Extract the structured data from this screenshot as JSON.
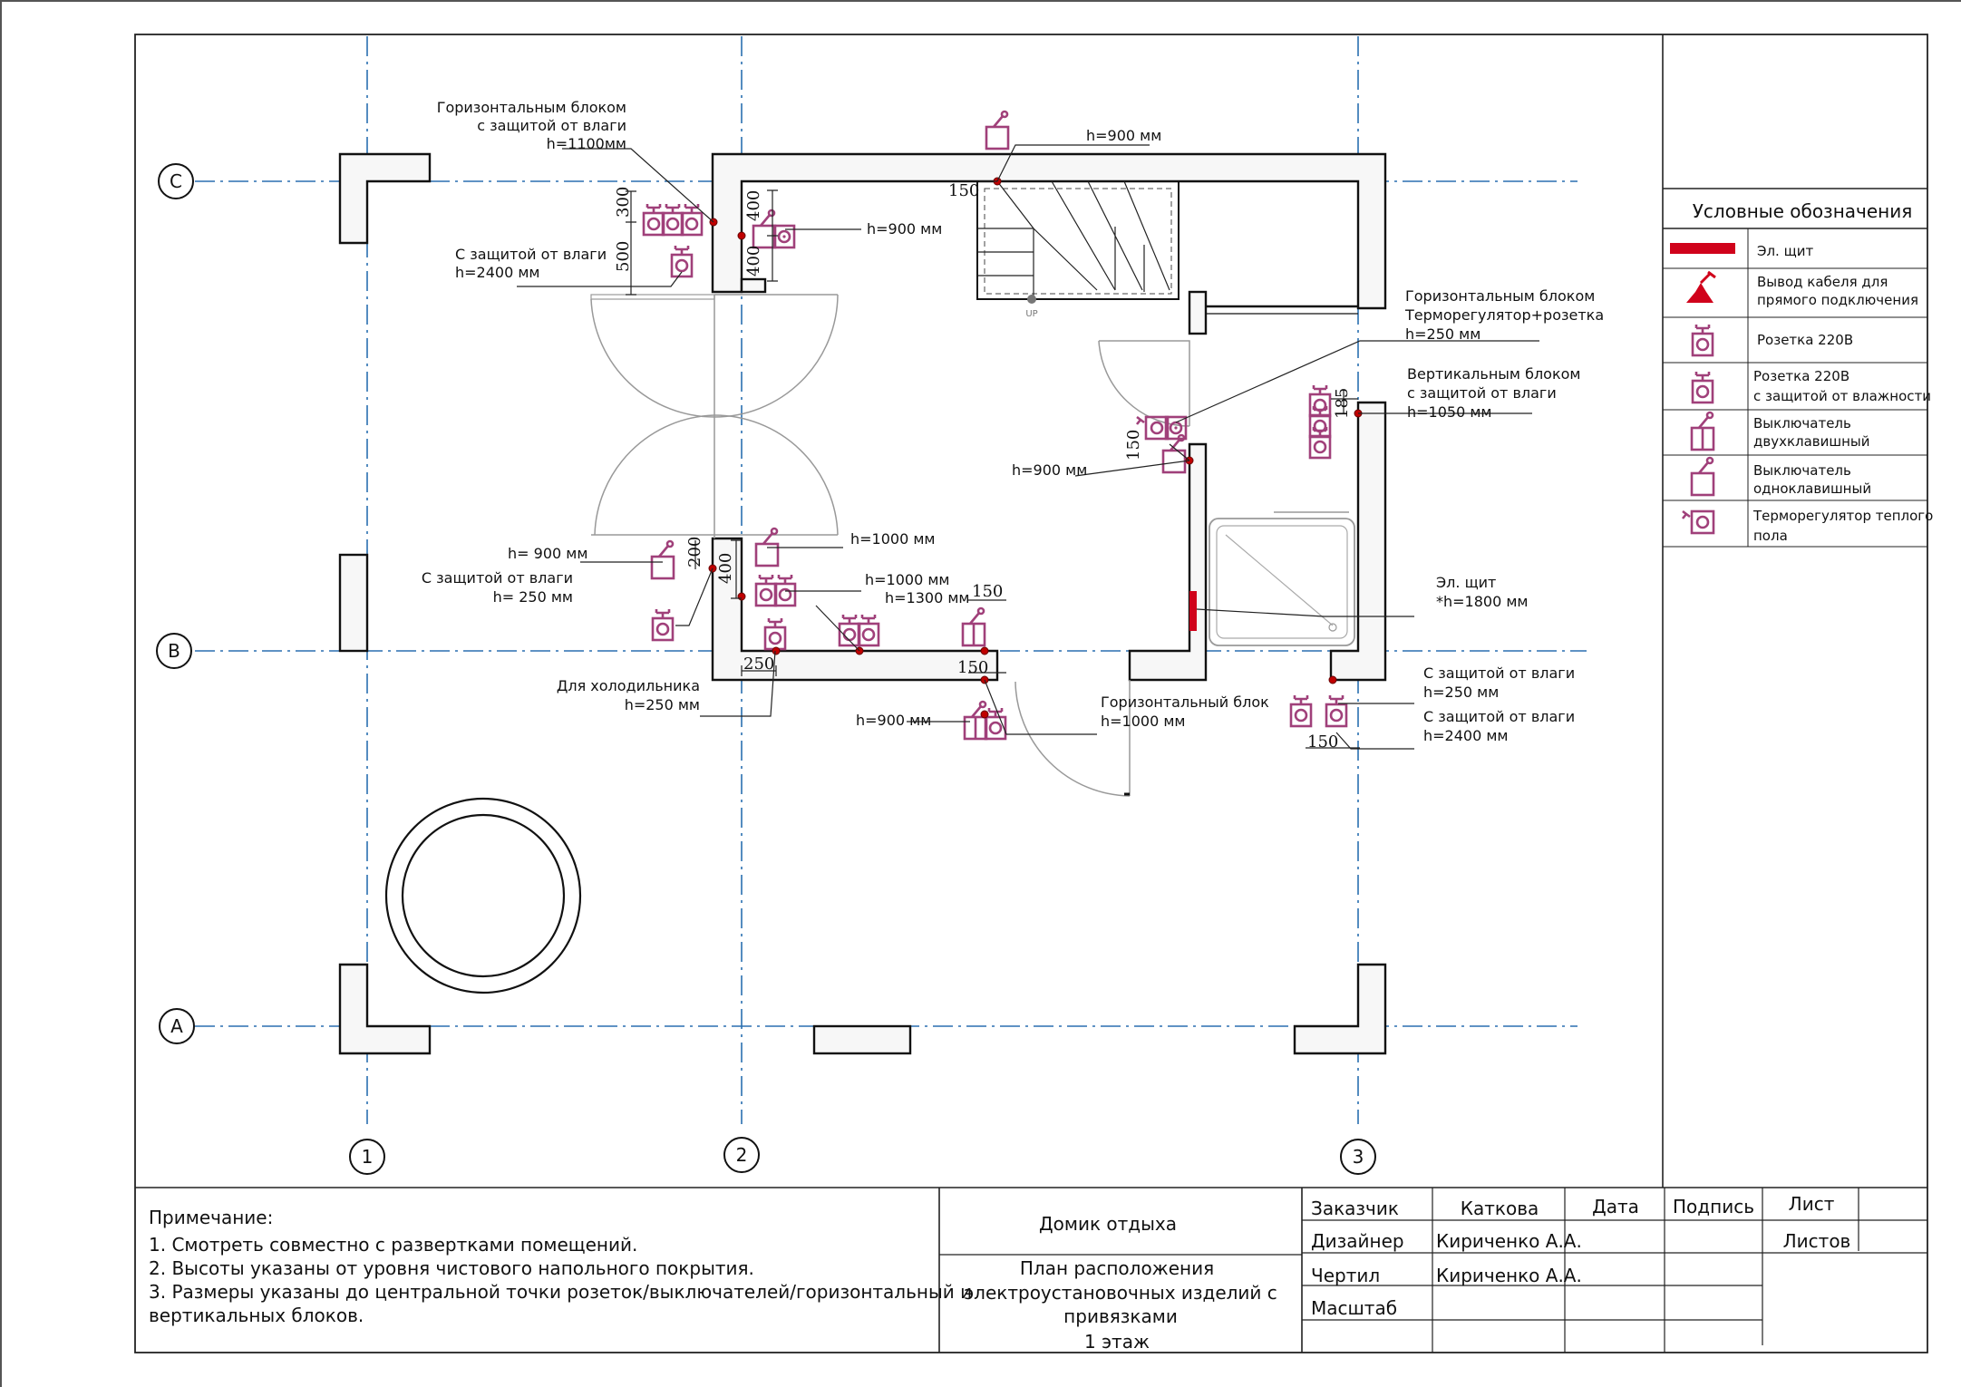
{
  "axes": {
    "columns": [
      "1",
      "2",
      "3"
    ],
    "rows": [
      "C",
      "B",
      "A"
    ]
  },
  "annotations": {
    "a1": [
      "Горизонтальным блоком",
      "с защитой от влаги",
      "h=1100мм"
    ],
    "a2": [
      "С защитой от влаги",
      "h=2400 мм"
    ],
    "a3": [
      "h=900 мм"
    ],
    "a4": [
      "h=900 мм"
    ],
    "a5": [
      "Горизонтальным блоком",
      "Терморегулятор+розетка",
      "h=250 мм"
    ],
    "a6": [
      "Вертикальным блоком",
      "с защитой от влаги",
      "h=1050 мм"
    ],
    "a7": [
      "h=900 мм"
    ],
    "a8": [
      "h=1000 мм"
    ],
    "a9": [
      "h= 900 мм"
    ],
    "a10": [
      "С защитой от влаги",
      "h= 250 мм"
    ],
    "a11": [
      "h=1000 мм",
      "h=1300 мм"
    ],
    "a12": [
      "Эл. щит",
      "*h=1800 мм"
    ],
    "a13": [
      "Для холодильника",
      "h=250 мм"
    ],
    "a14": [
      "h=900 мм"
    ],
    "a15": [
      "Горизонтальный блок",
      "h=1000 мм"
    ],
    "a16": [
      "С защитой от влаги",
      "h=250 мм"
    ],
    "a17": [
      "С защитой от влаги",
      "h=2400 мм"
    ]
  },
  "dimensions": {
    "d300": "300",
    "d500": "500",
    "d400a": "400",
    "d400b": "400",
    "d150a": "150",
    "d150b": "150",
    "d150c": "150",
    "d150d": "150",
    "d150e": "150",
    "d185": "185",
    "d200": "200",
    "d400c": "400",
    "d250": "250"
  },
  "stair_label": "UP",
  "legend": {
    "title": "Условные обозначения",
    "items": [
      {
        "icon": "panel-icon",
        "label": [
          "Эл. щит"
        ]
      },
      {
        "icon": "cable-outlet-icon",
        "label": [
          "Вывод кабеля для",
          "прямого подключения"
        ]
      },
      {
        "icon": "socket-icon",
        "label": [
          "Розетка 220В"
        ]
      },
      {
        "icon": "socket-waterproof-icon",
        "label": [
          "Розетка 220В",
          "с защитой от влажности"
        ]
      },
      {
        "icon": "switch-double-icon",
        "label": [
          "Выключатель",
          "двухклавишный"
        ]
      },
      {
        "icon": "switch-single-icon",
        "label": [
          "Выключатель",
          "одноклавишный"
        ]
      },
      {
        "icon": "thermostat-icon",
        "label": [
          "Терморегулятор теплого",
          "пола"
        ]
      }
    ],
    "accent_color": "#d0021b"
  },
  "notes": {
    "title": "Примечание:",
    "lines": [
      "1. Смотреть совместно с развертками помещений.",
      "2. Высоты указаны от уровня чистового напольного покрытия.",
      "3. Размеры указаны до центральной точки розеток/выключателей/горизонтальный и",
      "вертикальных блоков."
    ]
  },
  "title_block": {
    "project": "Домик отдыха",
    "drawing": [
      "План расположения",
      "электроустановочных изделий с",
      "привязками",
      "1 этаж"
    ],
    "rows": [
      {
        "role": "Заказчик",
        "name": "Каткова"
      },
      {
        "role": "Дизайнер",
        "name": "Кириченко А.А."
      },
      {
        "role": "Чертил",
        "name": "Кириченко А.А."
      },
      {
        "role": "Масштаб",
        "name": ""
      }
    ],
    "date_label": "Дата",
    "sign_label": "Подпись",
    "sheet_label": "Лист",
    "sheets_label": "Листов"
  }
}
